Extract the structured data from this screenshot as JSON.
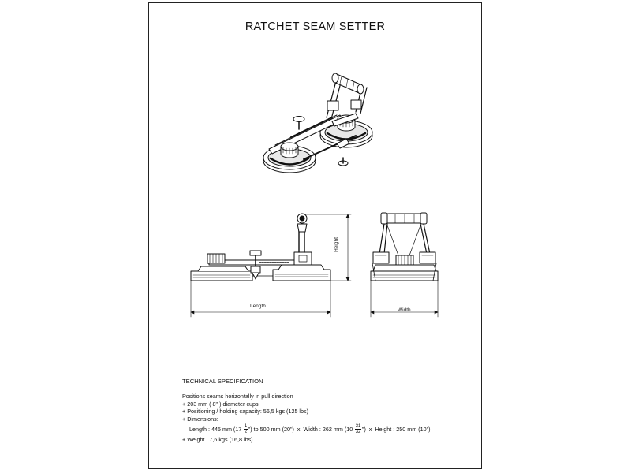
{
  "document": {
    "title": "RATCHET SEAM SETTER",
    "dimension_labels": {
      "length": "Length",
      "width": "Width",
      "height": "Height"
    }
  },
  "spec": {
    "heading": "TECHNICAL SPECIFICATION",
    "line1": "Positions seams horizontally in pull direction",
    "line2": "+ 203 mm ( 8\" ) diameter cups",
    "line3": "+ Positioning / holding capacity: 56,5 kgs (125 lbs)",
    "line4": "+ Dimensions:",
    "dims": {
      "length_pre": "Length : 445 mm (17 ",
      "length_frac_num": "1",
      "length_frac_den": "2",
      "length_post": "\") to 500 mm (20\")",
      "sep1": "  x  ",
      "width_pre": "Width : 262 mm (10 ",
      "width_frac_num": "31",
      "width_frac_den": "32",
      "width_post": "\")",
      "sep2": "  x  ",
      "height_text": "Height : 250 mm (10\")"
    },
    "line5": "+ Weight : 7,6 kgs (16,8 lbs)"
  }
}
